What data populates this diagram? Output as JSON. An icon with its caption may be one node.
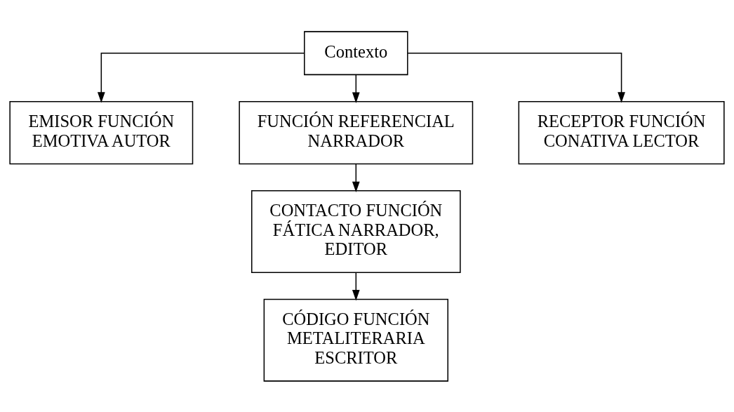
{
  "diagram": {
    "nodes": [
      {
        "text": [
          "Contexto"
        ]
      },
      {
        "text": [
          "EMISOR FUNCIÓN EMOTIVA AUTOR"
        ]
      },
      {
        "text": [
          "FUNCIÓN REFERENCIAL NARRADOR"
        ]
      },
      {
        "text": [
          "RECEPTOR FUNCIÓN CONATIVA LECTOR"
        ]
      },
      {
        "text": [
          "CONTACTO FUNCIÓN FÁTICA NARRADOR, EDITOR"
        ]
      },
      {
        "text": [
          "CÓDIGO FUNCIÓN METALITERARIA ESCRITOR"
        ]
      }
    ],
    "edges": [
      {
        "from": 0,
        "to": 1,
        "arrow": "to"
      },
      {
        "from": 0,
        "to": 2,
        "arrow": "to"
      },
      {
        "from": 0,
        "to": 3,
        "arrow": "to"
      },
      {
        "from": 2,
        "to": 4,
        "arrow": "to"
      },
      {
        "from": 4,
        "to": 5,
        "arrow": "to"
      }
    ]
  }
}
